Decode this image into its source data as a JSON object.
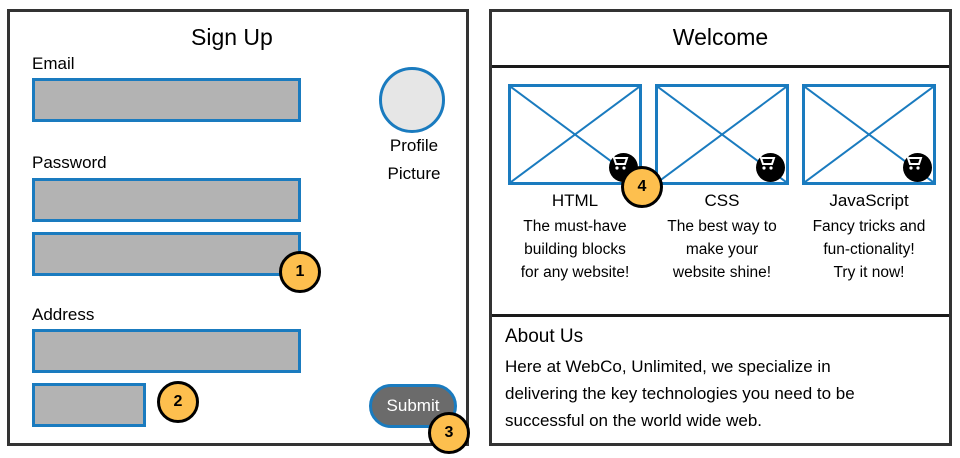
{
  "signup": {
    "title": "Sign Up",
    "email_label": "Email",
    "email_value": "",
    "password_label": "Password",
    "password_value": "",
    "password_confirm_value": "",
    "address_label": "Address",
    "address_value": "",
    "address_short_value": "",
    "profile_picture_label_line1": "Profile",
    "profile_picture_label_line2": "Picture",
    "submit_label": "Submit"
  },
  "welcome": {
    "title": "Welcome",
    "cards": [
      {
        "title": "HTML",
        "desc_lines": [
          "The must-have",
          "building blocks",
          "for any website!"
        ],
        "icon": "shopping-cart-icon"
      },
      {
        "title": "CSS",
        "desc_lines": [
          "The best way to",
          "make your",
          "website shine!"
        ],
        "icon": "shopping-cart-icon"
      },
      {
        "title": "JavaScript",
        "desc_lines": [
          "Fancy tricks and",
          "fun-ctionality!",
          "Try it now!"
        ],
        "icon": "shopping-cart-icon"
      }
    ],
    "about": {
      "title": "About Us",
      "lines": [
        "Here at WebCo, Unlimited, we specialize in",
        "delivering the key technologies you need to be",
        "successful on the world wide web."
      ]
    }
  },
  "annotations": [
    "1",
    "2",
    "3",
    "4"
  ],
  "colors": {
    "accent_border": "#1a7bbf",
    "field_fill": "#b3b3b3",
    "badge_fill": "#fdbf4e",
    "button_fill": "#6b6b6b"
  }
}
